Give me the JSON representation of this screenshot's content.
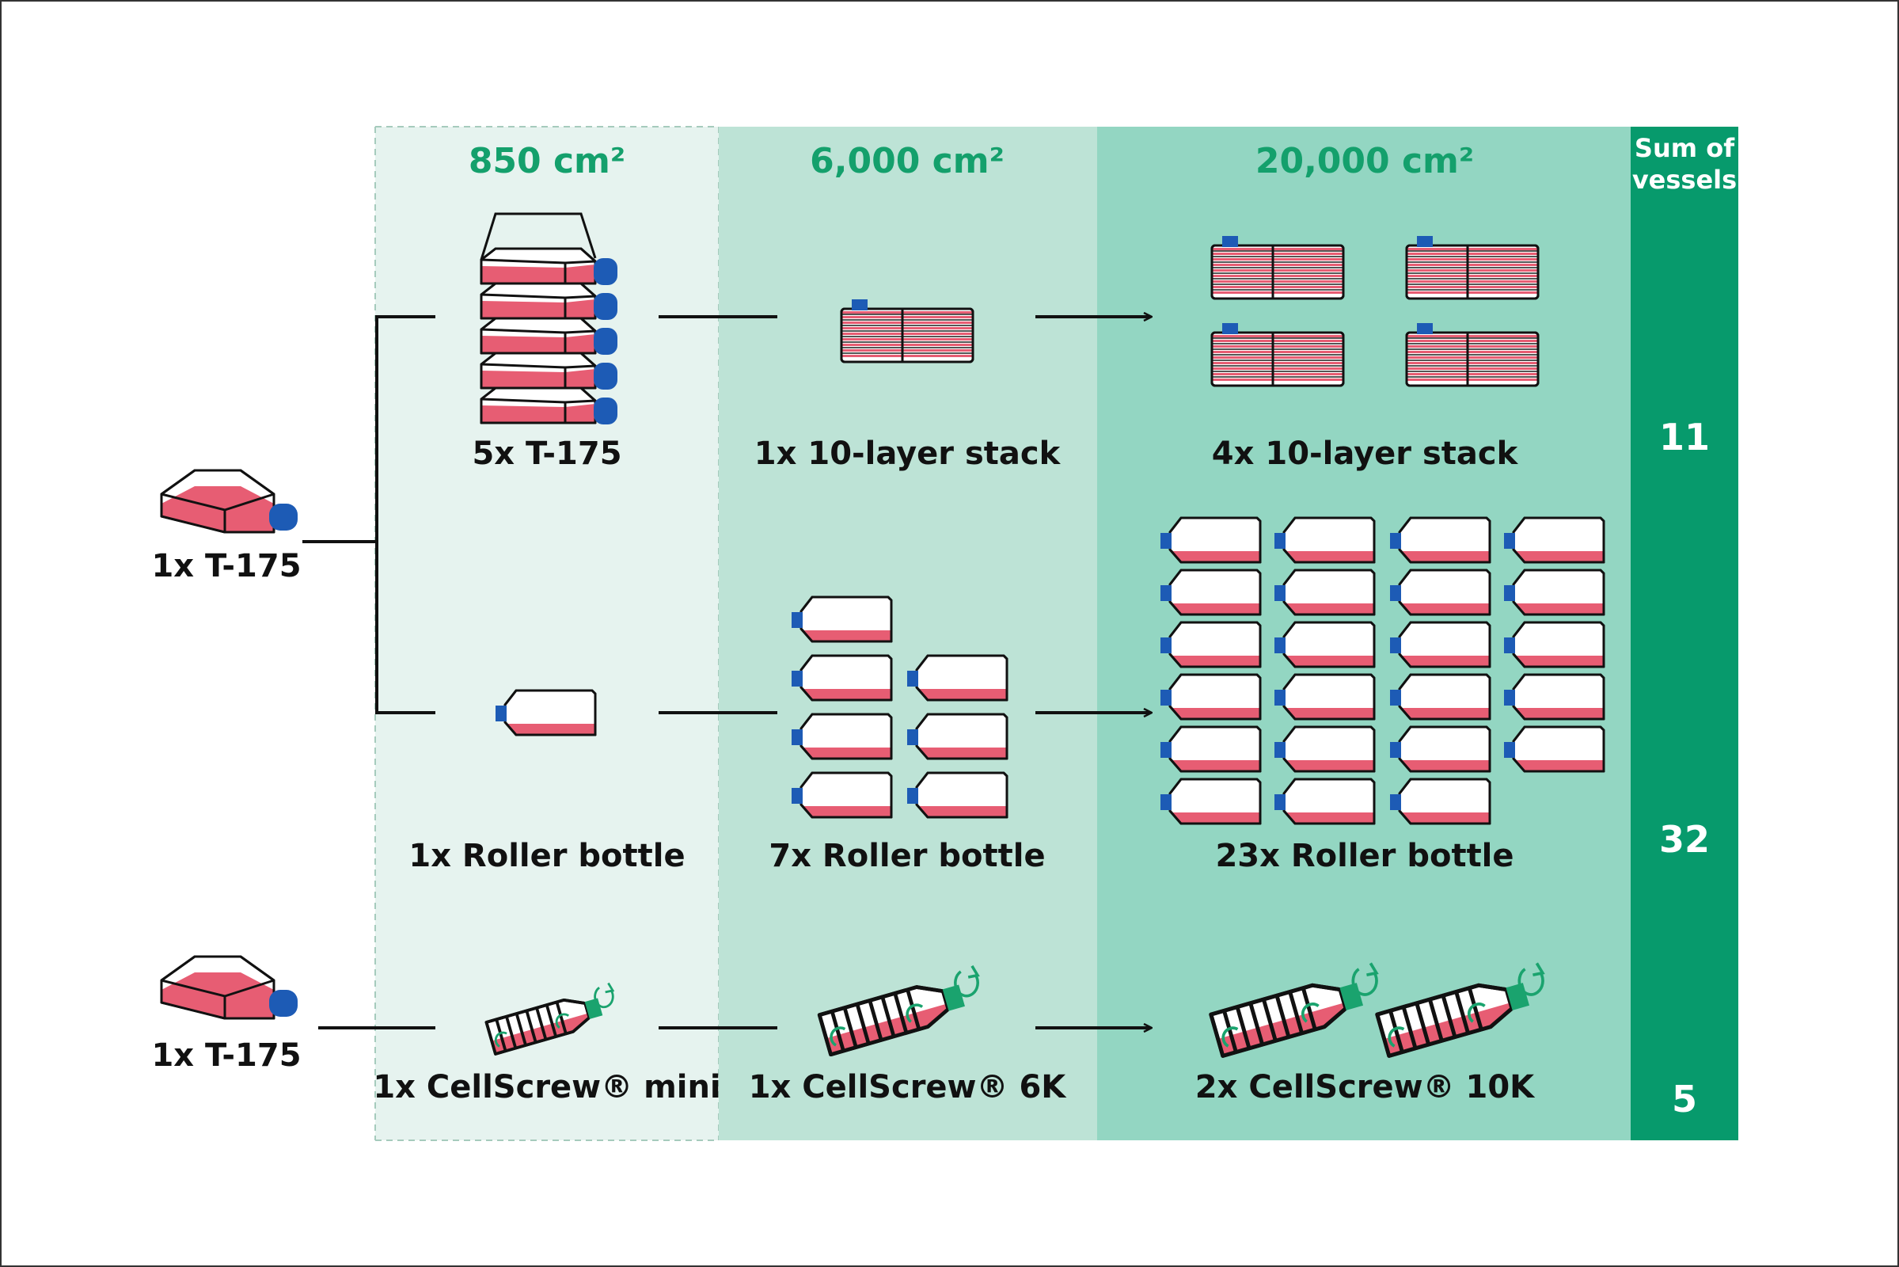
{
  "colors": {
    "zone1": "#e6f3ef",
    "zone2": "#bde3d6",
    "zone3": "#93d6c2",
    "sum_column": "#079a6c",
    "heading_text": "#14a06c",
    "media": "#e75d73",
    "cap": "#1d5bb5",
    "cellscrew_cap": "#1aa36e",
    "line": "#111111"
  },
  "area_headers": [
    "850 cm²",
    "6,000 cm²",
    "20,000 cm²"
  ],
  "sum_header": [
    "Sum of",
    "vessels"
  ],
  "start_labels": [
    "1x T-175",
    "1x T-175"
  ],
  "rows": {
    "flask": {
      "labels": [
        "5x T-175",
        "1x 10-layer stack",
        "4x 10-layer stack"
      ],
      "counts": [
        5,
        1,
        4
      ],
      "sum": "11"
    },
    "roller": {
      "labels": [
        "1x Roller bottle",
        "7x Roller bottle",
        "23x Roller bottle"
      ],
      "counts": [
        1,
        7,
        23
      ],
      "sum": "32"
    },
    "cellscrew": {
      "labels": [
        "1x CellScrew® mini",
        "1x CellScrew® 6K",
        "2x CellScrew® 10K"
      ],
      "counts": [
        1,
        1,
        2
      ],
      "sum": "5"
    }
  },
  "icons": {
    "start": "t175-flask-icon",
    "flask_stack": "t175-flask-icon",
    "layer_stack": "ten-layer-stack-icon",
    "roller": "roller-bottle-icon",
    "cellscrew": "cellscrew-icon",
    "rotation": "rotate-arrow-icon"
  }
}
